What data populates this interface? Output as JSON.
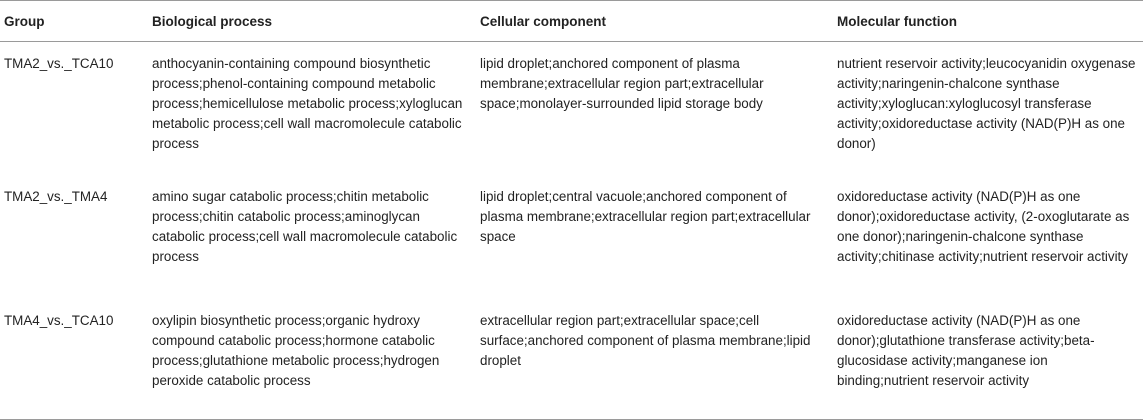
{
  "table": {
    "headers": [
      "Group",
      "Biological process",
      "Cellular component",
      "Molecular function"
    ],
    "rows": [
      {
        "group": "TMA2_vs._TCA10",
        "biological": "anthocyanin-containing compound biosynthetic process;phenol-containing compound metabolic process;hemicellulose metabolic process;xyloglucan metabolic process;cell wall macromolecule catabolic process",
        "cellular": "lipid droplet;anchored component of plasma membrane;extracellular region part;extracellular space;monolayer-surrounded lipid storage body",
        "molecular": "nutrient reservoir activity;leucocyanidin oxygenase activity;naringenin-chalcone synthase activity;xyloglucan:xyloglucosyl transferase activity;oxidoreductase activity (NAD(P)H as one donor)"
      },
      {
        "group": "TMA2_vs._TMA4",
        "biological": "amino sugar catabolic process;chitin metabolic process;chitin catabolic process;aminoglycan catabolic process;cell wall macromolecule catabolic process",
        "cellular": "lipid droplet;central vacuole;anchored component of plasma membrane;extracellular region part;extracellular space",
        "molecular": "oxidoreductase activity (NAD(P)H as one donor);oxidoreductase activity, (2-oxoglutarate as one donor);naringenin-chalcone synthase activity;chitinase activity;nutrient reservoir activity"
      },
      {
        "group": "TMA4_vs._TCA10",
        "biological": "oxylipin biosynthetic process;organic hydroxy compound catabolic process;hormone catabolic process;glutathione metabolic process;hydrogen peroxide catabolic process",
        "cellular": "extracellular region part;extracellular space;cell surface;anchored component of plasma membrane;lipid droplet",
        "molecular": "oxidoreductase activity (NAD(P)H as one donor);glutathione transferase activity;beta-glucosidase activity;manganese ion binding;nutrient reservoir activity"
      }
    ]
  }
}
